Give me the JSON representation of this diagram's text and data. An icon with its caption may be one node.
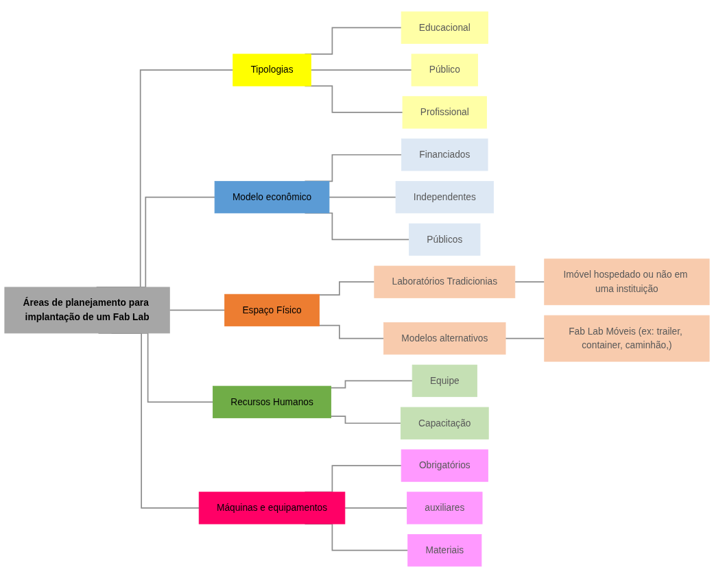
{
  "diagram": {
    "nodes": [
      {
        "text": [
          "Áreas de planejamento para implantação de um Fab Lab"
        ]
      },
      {
        "text": [
          "Tipologias"
        ]
      },
      {
        "text": [
          "Educacional"
        ]
      },
      {
        "text": [
          "Público"
        ]
      },
      {
        "text": [
          "Profissional"
        ]
      },
      {
        "text": [
          "Modelo econômico"
        ]
      },
      {
        "text": [
          "Financiados"
        ]
      },
      {
        "text": [
          "Independentes"
        ]
      },
      {
        "text": [
          "Públicos"
        ]
      },
      {
        "text": [
          "Espaço Físico"
        ]
      },
      {
        "text": [
          "Laboratórios Tradicionias"
        ]
      },
      {
        "text": [
          "Imóvel hospedado ou não em uma instituição"
        ]
      },
      {
        "text": [
          "Modelos alternativos"
        ]
      },
      {
        "text": [
          "Fab Lab Móveis (ex: trailer, container, caminhão,)"
        ]
      },
      {
        "text": [
          "Recursos Humanos"
        ]
      },
      {
        "text": [
          "Equipe"
        ]
      },
      {
        "text": [
          "Capacitação"
        ]
      },
      {
        "text": [
          "Máquinas e equipamentos"
        ]
      },
      {
        "text": [
          "Obrigatórios"
        ]
      },
      {
        "text": [
          "auxiliares"
        ]
      },
      {
        "text": [
          "Materiais"
        ]
      }
    ],
    "edges": [
      {
        "from": 0,
        "to": 1,
        "arrow": "none"
      },
      {
        "from": 0,
        "to": 5,
        "arrow": "none"
      },
      {
        "from": 0,
        "to": 9,
        "arrow": "none"
      },
      {
        "from": 0,
        "to": 14,
        "arrow": "none"
      },
      {
        "from": 0,
        "to": 17,
        "arrow": "none"
      },
      {
        "from": 1,
        "to": 2,
        "arrow": "none"
      },
      {
        "from": 1,
        "to": 3,
        "arrow": "none"
      },
      {
        "from": 1,
        "to": 4,
        "arrow": "none"
      },
      {
        "from": 5,
        "to": 6,
        "arrow": "none"
      },
      {
        "from": 5,
        "to": 7,
        "arrow": "none"
      },
      {
        "from": 5,
        "to": 8,
        "arrow": "none"
      },
      {
        "from": 9,
        "to": 10,
        "arrow": "none"
      },
      {
        "from": 9,
        "to": 12,
        "arrow": "none"
      },
      {
        "from": 10,
        "to": 11,
        "arrow": "none"
      },
      {
        "from": 12,
        "to": 13,
        "arrow": "none"
      },
      {
        "from": 14,
        "to": 15,
        "arrow": "none"
      },
      {
        "from": 14,
        "to": 16,
        "arrow": "none"
      },
      {
        "from": 17,
        "to": 18,
        "arrow": "none"
      },
      {
        "from": 17,
        "to": 19,
        "arrow": "none"
      },
      {
        "from": 17,
        "to": 20,
        "arrow": "none"
      }
    ]
  }
}
